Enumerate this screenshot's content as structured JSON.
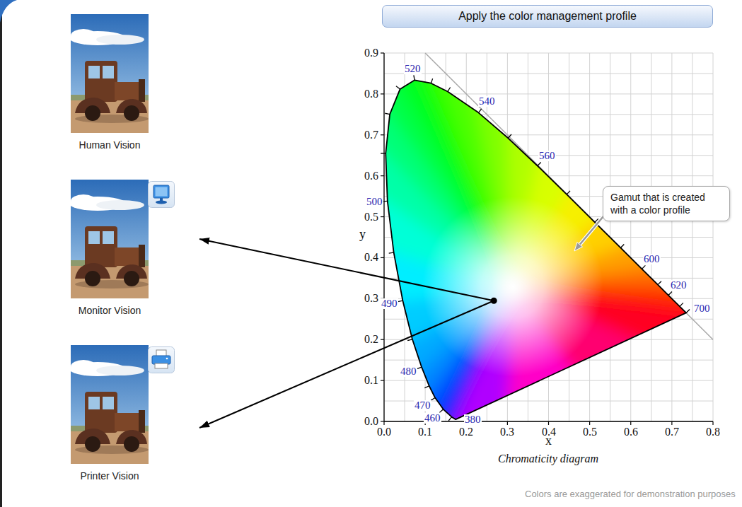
{
  "diagram": {
    "title": "Apply the color management profile",
    "nodes": [
      {
        "text": [
          "Human Vision"
        ]
      },
      {
        "text": [
          "Monitor Vision"
        ]
      },
      {
        "text": [
          "Printer Vision"
        ]
      },
      {
        "text": [
          "Chromaticity diagram"
        ]
      },
      {
        "text": [
          "Gamut that is created with a color profile"
        ],
        "in": 3
      }
    ],
    "edges": [
      {
        "from": 3,
        "to": 1,
        "arrow": "to"
      },
      {
        "from": 3,
        "to": 2,
        "arrow": "to"
      }
    ],
    "labels": [
      "520",
      "540",
      "560",
      "500",
      "490",
      "480",
      "470",
      "460",
      "380",
      "600",
      "620",
      "700",
      "0.9",
      "0.8",
      "0.7",
      "0.6",
      "0.5",
      "0.4",
      "0.3",
      "0.2",
      "0.1",
      "0.0",
      "0.0",
      "0.1",
      "0.2",
      "0.3",
      "0.4",
      "0.5",
      "0.6",
      "0.7",
      "0.8",
      "y",
      "x",
      "Colors are exaggerated for demonstration purposes"
    ]
  }
}
